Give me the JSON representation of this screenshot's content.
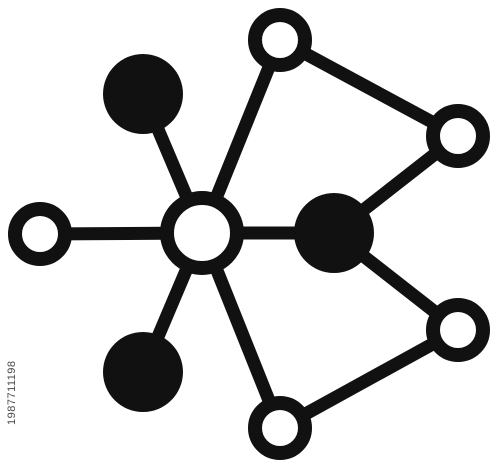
{
  "icon": {
    "name": "network-molecule-icon",
    "colors": {
      "ink": "#111111",
      "fill_hollow": "#ffffff",
      "background": "#ffffff",
      "watermark_text": "#4a4a4a"
    },
    "nodes": [
      {
        "id": "hub",
        "style": "hollow"
      },
      {
        "id": "left",
        "style": "hollow"
      },
      {
        "id": "top-left",
        "style": "solid"
      },
      {
        "id": "top",
        "style": "hollow"
      },
      {
        "id": "right-upper",
        "style": "hollow"
      },
      {
        "id": "right-center",
        "style": "solid"
      },
      {
        "id": "right-lower",
        "style": "hollow"
      },
      {
        "id": "bottom",
        "style": "hollow"
      },
      {
        "id": "bottom-left",
        "style": "solid"
      }
    ],
    "edges": [
      [
        "hub",
        "left"
      ],
      [
        "hub",
        "top-left"
      ],
      [
        "hub",
        "top"
      ],
      [
        "hub",
        "right-center"
      ],
      [
        "hub",
        "bottom"
      ],
      [
        "hub",
        "bottom-left"
      ],
      [
        "top",
        "right-upper"
      ],
      [
        "right-upper",
        "right-center"
      ],
      [
        "right-center",
        "right-lower"
      ],
      [
        "right-lower",
        "bottom"
      ]
    ]
  },
  "watermark": {
    "side_text": "1987711198"
  }
}
